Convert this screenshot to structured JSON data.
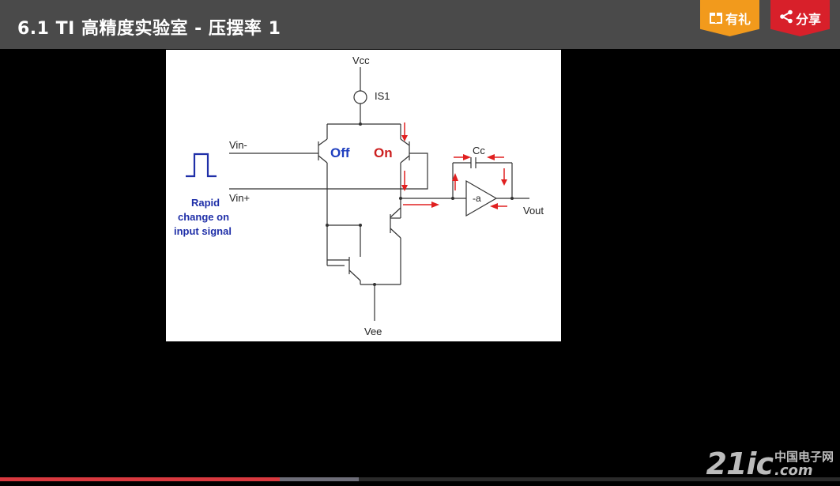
{
  "header": {
    "title": "6.1 TI 高精度实验室 - 压摆率 1",
    "gift_label": "有礼",
    "share_label": "分享"
  },
  "slide": {
    "vcc": "Vcc",
    "is1": "IS1",
    "vin_minus": "Vin-",
    "vin_plus": "Vin+",
    "off": "Off",
    "on": "On",
    "cc": "Cc",
    "amp": "-a",
    "vout": "Vout",
    "vee": "Vee",
    "caption_1": "Rapid",
    "caption_2": "change on",
    "caption_3": "input signal"
  },
  "watermark": {
    "big": "21ic",
    "cn": "中国电子网",
    "com": ".com"
  },
  "player": {
    "played_fraction": 0.333,
    "buffered_fraction": 0.427
  },
  "colors": {
    "header_bg": "#4a4a4a",
    "gift": "#f29a1c",
    "share": "#d8202a",
    "off_text": "#1f3fbf",
    "on_text": "#cc1f1f",
    "caption": "#1f2fa8",
    "arrow": "#e02020"
  }
}
